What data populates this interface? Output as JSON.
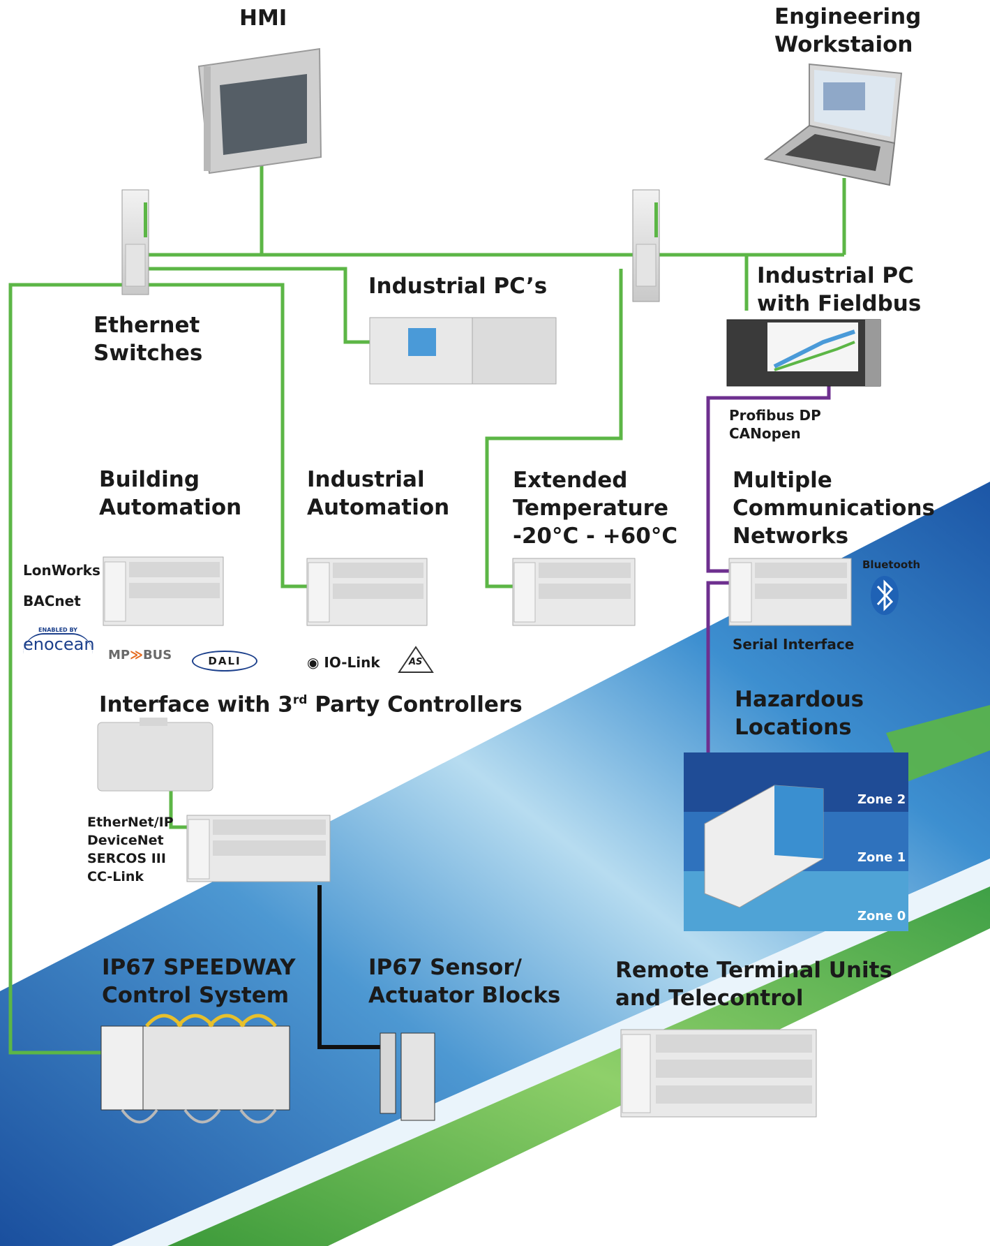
{
  "labels": {
    "hmi": "HMI",
    "engineering": "Engineering\nWorkstaion",
    "ethernet_switches": "Ethernet\nSwitches",
    "industrial_pcs": "Industrial PC’s",
    "industrial_pc_fieldbus": "Industrial PC\nwith Fieldbus",
    "profibus": "Profibus DP\nCANopen",
    "building_automation": "Building\nAutomation",
    "industrial_automation": "Industrial\nAutomation",
    "extended_temp": "Extended\nTemperature\n-20°C - +60°C",
    "multiple_comm": "Multiple\nCommunications\nNetworks",
    "bluetooth": "Bluetooth",
    "lonworks": "LonWorks",
    "bacnet": "BACnet",
    "serial_interface": "Serial Interface",
    "interface_3rd_prefix": "Interface with 3",
    "interface_3rd_sup": "rd",
    "interface_3rd_suffix": " Party Controllers",
    "hazardous": "Hazardous\nLocations",
    "zone2": "Zone 2",
    "zone1": "Zone 1",
    "zone0": "Zone 0",
    "fieldbus_list": "EtherNet/IP\nDeviceNet\nSERCOS III\nCC-Link",
    "ip67_speedway": "IP67 SPEEDWAY\nControl System",
    "ip67_sensor": "IP67 Sensor/\nActuator Blocks",
    "rtu": "Remote Terminal Units\nand Telecontrol"
  },
  "logos": {
    "enocean_top": "ENABLED BY",
    "enocean": "enocean",
    "mpbus": "MP",
    "mpbus2": "BUS",
    "dali": "DALI",
    "iolink": "IO-Link",
    "asi": "AS"
  },
  "colors": {
    "green_line": "#5cb646",
    "purple_line": "#6e2f8f",
    "black_line": "#111111",
    "band_blue": "#1e5aa8",
    "band_green": "#5cb646",
    "zone2": "#1f4c96",
    "zone1": "#2f72bd",
    "zone0": "#4fa3d6"
  }
}
